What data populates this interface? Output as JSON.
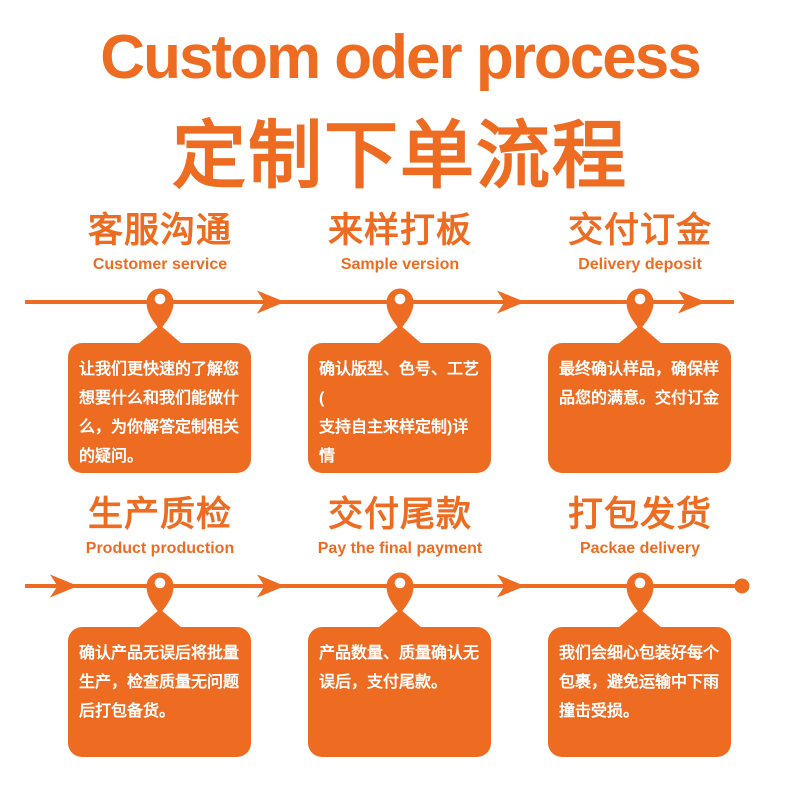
{
  "header": {
    "title_en": "Custom oder process",
    "title_cn": "定制下单流程"
  },
  "colors": {
    "accent": "#ED6C21",
    "text_on_accent": "#FFFFFF",
    "background": "#FFFFFF"
  },
  "icons": {
    "step_marker": "location-pin-icon",
    "flow_direction": "arrow-right-icon",
    "flow_terminal": "end-dot-icon"
  },
  "steps": [
    {
      "title_cn": "客服沟通",
      "title_en": "Customer service",
      "description": "让我们更快速的了解您\n想要什么和我们能做什\n么，为你解答定制相关\n的疑问。"
    },
    {
      "title_cn": "来样打板",
      "title_en": "Sample version",
      "description": "确认版型、色号、工艺(\n支持自主来样定制)详情\n联系客服。"
    },
    {
      "title_cn": "交付订金",
      "title_en": "Delivery deposit",
      "description": "最终确认样品，确保样\n品您的满意。交付订金"
    },
    {
      "title_cn": "生产质检",
      "title_en": "Product production",
      "description": "确认产品无误后将批量\n生产，检查质量无问题\n后打包备货。"
    },
    {
      "title_cn": "交付尾款",
      "title_en": "Pay the final payment",
      "description": "产品数量、质量确认无\n误后，支付尾款。"
    },
    {
      "title_cn": "打包发货",
      "title_en": "Packae delivery",
      "description": "我们会细心包装好每个\n包裹，避免运输中下雨\n撞击受损。"
    }
  ]
}
